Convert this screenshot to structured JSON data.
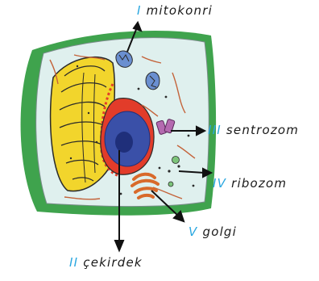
{
  "labels": [
    {
      "id": "mitokondri",
      "numeral": "I",
      "text": "mitokonri"
    },
    {
      "id": "cekirdek",
      "numeral": "II",
      "text": "çekirdek"
    },
    {
      "id": "sentrozom",
      "numeral": "III",
      "text": "sentrozom"
    },
    {
      "id": "ribozom",
      "numeral": "IV",
      "text": "ribozom"
    },
    {
      "id": "golgi",
      "numeral": "V",
      "text": "golgi"
    }
  ],
  "colors": {
    "numeral": "#2aa7e0",
    "membrane": "#3fa34d",
    "cytoplasm": "#dff0ee",
    "er": "#f2d52c",
    "nucleus": "#3a50a8",
    "nucleolus": "#1f2f7a",
    "envelope": "#e23c2a",
    "golgi": "#d86a2b",
    "centrosome": "#b46ab0",
    "arrow": "#111111"
  }
}
